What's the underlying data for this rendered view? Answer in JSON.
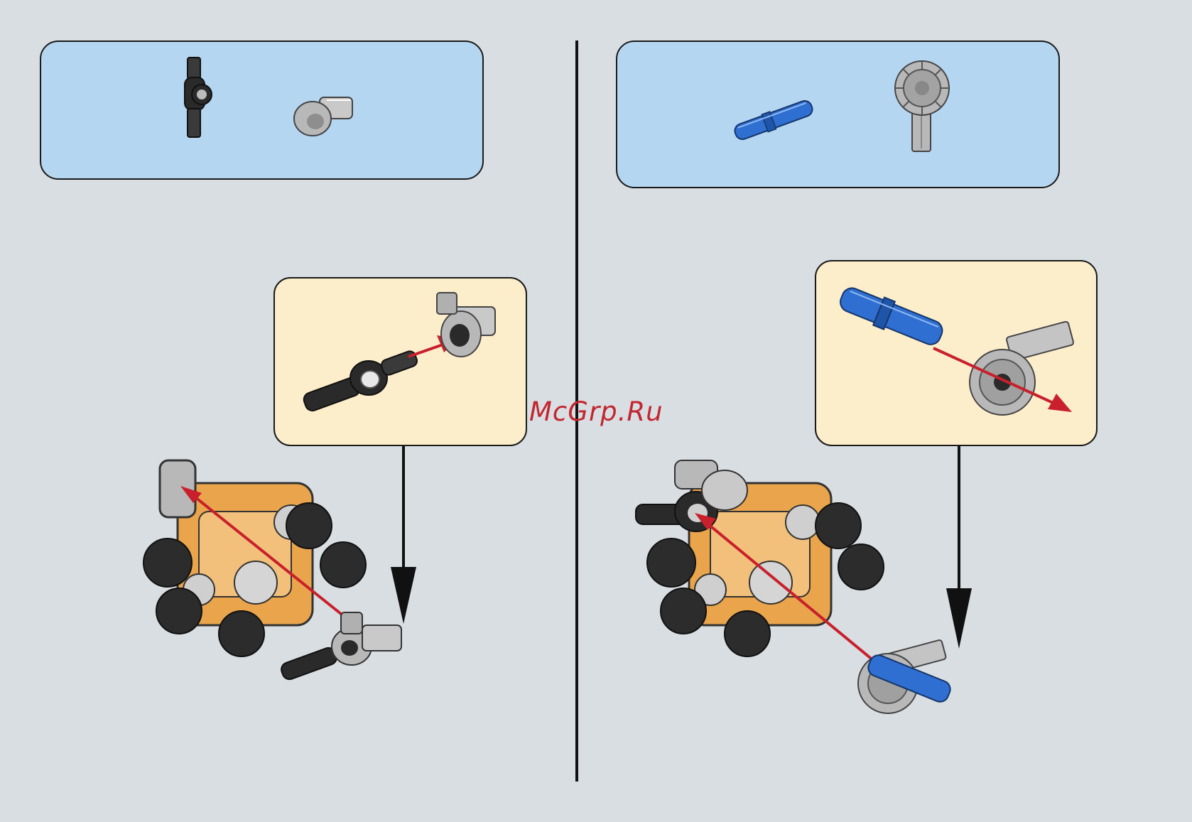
{
  "watermark": "McGrp.Ru",
  "colors": {
    "background": "#d9dee2",
    "parts_panel": "#b5d6f1",
    "sub_panel": "#fdeecb",
    "arrow_red": "#c8202c",
    "arrow_black": "#111111",
    "part_black": "#2a2a2a",
    "part_gray": "#b8b8b8",
    "part_blue": "#2f6fd1",
    "part_orange": "#e9a44c"
  },
  "steps": [
    {
      "parts": [
        {
          "icon": "black-axle-pin-connector-icon",
          "color": "black"
        },
        {
          "icon": "gray-pin-connector-hub-icon",
          "color": "light-gray"
        }
      ]
    },
    {
      "parts": [
        {
          "icon": "blue-long-pin-icon",
          "color": "blue"
        },
        {
          "icon": "gray-gear-axle-icon",
          "color": "light-gray"
        }
      ]
    }
  ]
}
